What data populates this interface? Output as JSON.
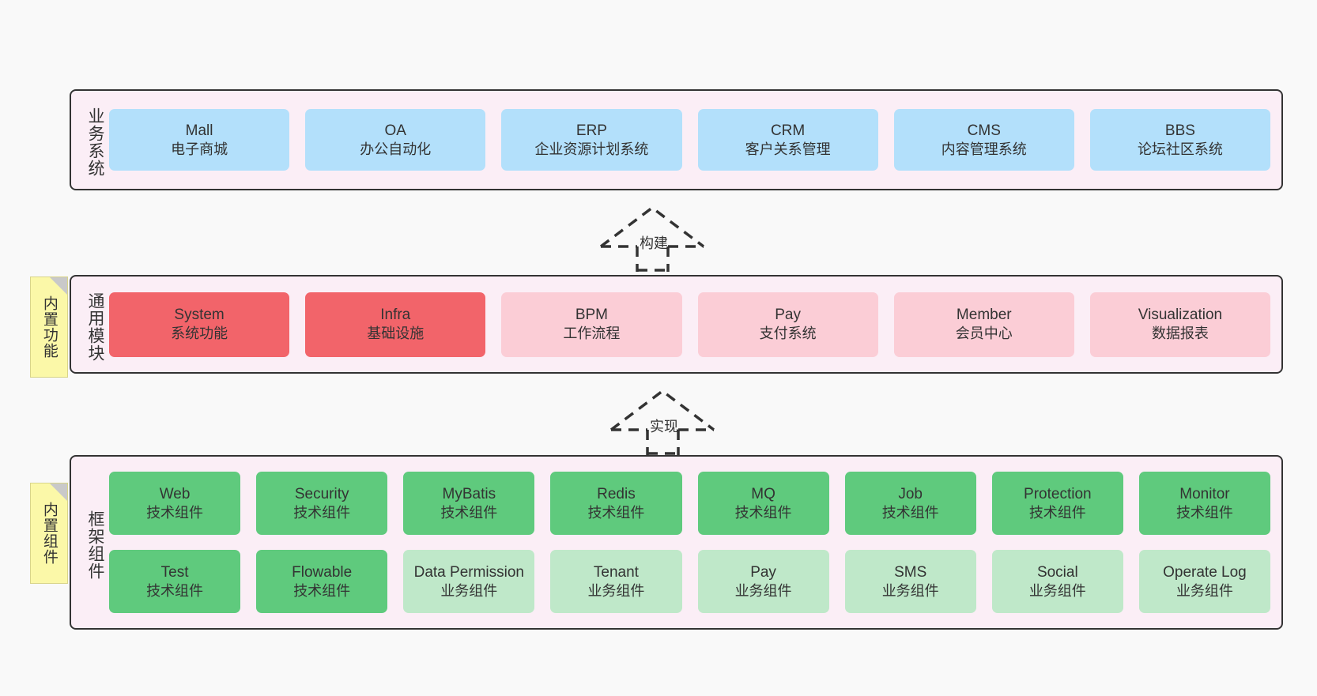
{
  "diagram": {
    "background_color": "#f9f9f9",
    "layer_fill": "#fbeef6",
    "layer_border": "#333333",
    "note_fill": "#fbf8a8"
  },
  "layers": [
    {
      "key": "business",
      "title": "业务系统",
      "node_color": "#b3e0fb",
      "nodes": [
        {
          "title": "Mall",
          "sub": "电子商城"
        },
        {
          "title": "OA",
          "sub": "办公自动化"
        },
        {
          "title": "ERP",
          "sub": "企业资源计划系统"
        },
        {
          "title": "CRM",
          "sub": "客户关系管理"
        },
        {
          "title": "CMS",
          "sub": "内容管理系统"
        },
        {
          "title": "BBS",
          "sub": "论坛社区系统"
        }
      ]
    },
    {
      "key": "common",
      "title": "通用模块",
      "note": "内置功能",
      "node_color_primary": "#f2646a",
      "node_color_secondary": "#fbcdd6",
      "nodes": [
        {
          "title": "System",
          "sub": "系统功能",
          "variant": "c-red"
        },
        {
          "title": "Infra",
          "sub": "基础设施",
          "variant": "c-red"
        },
        {
          "title": "BPM",
          "sub": "工作流程",
          "variant": "c-pink"
        },
        {
          "title": "Pay",
          "sub": "支付系统",
          "variant": "c-pink"
        },
        {
          "title": "Member",
          "sub": "会员中心",
          "variant": "c-pink"
        },
        {
          "title": "Visualization",
          "sub": "数据报表",
          "variant": "c-pink"
        }
      ]
    },
    {
      "key": "framework",
      "title": "框架组件",
      "note": "内置组件",
      "node_color_primary": "#5fca7d",
      "node_color_secondary": "#bfe8c9",
      "rows": [
        [
          {
            "title": "Web",
            "sub": "技术组件",
            "variant": "c-green"
          },
          {
            "title": "Security",
            "sub": "技术组件",
            "variant": "c-green"
          },
          {
            "title": "MyBatis",
            "sub": "技术组件",
            "variant": "c-green"
          },
          {
            "title": "Redis",
            "sub": "技术组件",
            "variant": "c-green"
          },
          {
            "title": "MQ",
            "sub": "技术组件",
            "variant": "c-green"
          },
          {
            "title": "Job",
            "sub": "技术组件",
            "variant": "c-green"
          },
          {
            "title": "Protection",
            "sub": "技术组件",
            "variant": "c-green"
          },
          {
            "title": "Monitor",
            "sub": "技术组件",
            "variant": "c-green"
          }
        ],
        [
          {
            "title": "Test",
            "sub": "技术组件",
            "variant": "c-green"
          },
          {
            "title": "Flowable",
            "sub": "技术组件",
            "variant": "c-green"
          },
          {
            "title": "Data Permission",
            "sub": "业务组件",
            "variant": "c-lightgreen"
          },
          {
            "title": "Tenant",
            "sub": "业务组件",
            "variant": "c-lightgreen"
          },
          {
            "title": "Pay",
            "sub": "业务组件",
            "variant": "c-lightgreen"
          },
          {
            "title": "SMS",
            "sub": "业务组件",
            "variant": "c-lightgreen"
          },
          {
            "title": "Social",
            "sub": "业务组件",
            "variant": "c-lightgreen"
          },
          {
            "title": "Operate Log",
            "sub": "业务组件",
            "variant": "c-lightgreen"
          }
        ]
      ]
    }
  ],
  "connectors": [
    {
      "key": "build",
      "label": "构建",
      "style": "dashed-hollow-arrow-up"
    },
    {
      "key": "implement",
      "label": "实现",
      "style": "dashed-hollow-arrow-up"
    }
  ]
}
